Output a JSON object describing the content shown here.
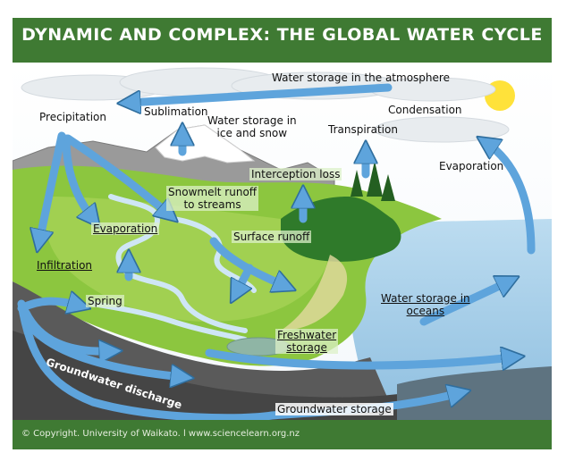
{
  "title": "DYNAMIC AND COMPLEX: THE GLOBAL WATER CYCLE",
  "labels": {
    "water_storage_atmosphere": "Water storage in the atmosphere",
    "sublimation": "Sublimation",
    "precipitation": "Precipitation",
    "water_storage_ice_1": "Water storage in",
    "water_storage_ice_2": "ice and snow",
    "condensation": "Condensation",
    "transpiration": "Transpiration",
    "evaporation_right": "Evaporation",
    "interception_loss": "Interception loss",
    "snowmelt_1": "Snowmelt runoff",
    "snowmelt_2": "to streams",
    "evaporation_left": "Evaporation",
    "surface_runoff": "Surface runoff",
    "infiltration": "Infiltration",
    "spring": "Spring",
    "water_storage_oceans_1": "Water storage in",
    "water_storage_oceans_2": "oceans",
    "freshwater_1": "Freshwater",
    "freshwater_2": "storage",
    "groundwater_discharge": "Groundwater discharge",
    "groundwater_storage": "Groundwater storage"
  },
  "footer": "© Copyright. University of Waikato. l www.sciencelearn.org.nz",
  "colors": {
    "header": "#3f7a33",
    "arrow": "#5ea4dc",
    "land": "#8cc63f",
    "ocean": "#a9cfe8",
    "rock": "#555555",
    "sun": "#ffe23a"
  }
}
